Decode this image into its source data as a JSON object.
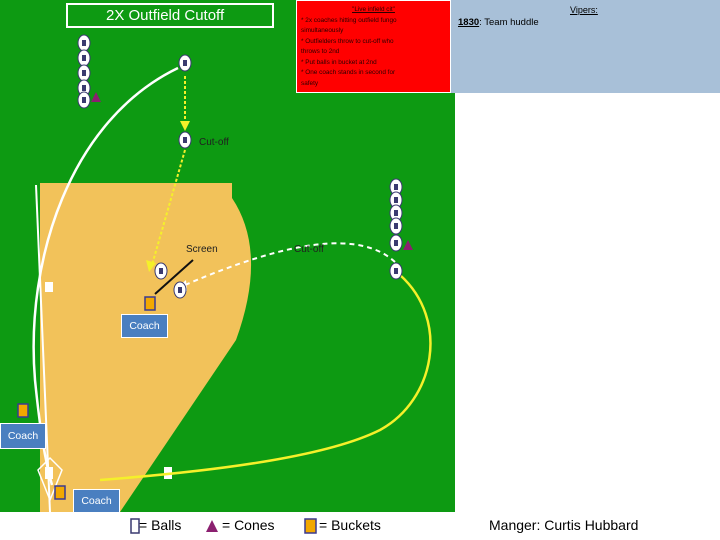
{
  "title": "2X Outfield Cutoff",
  "notes": {
    "heading": "\"Live infield cit\"",
    "lines": [
      "* 2x coaches hitting outfield fungo",
      "simultaneously",
      "* Outfielders throw to cut-off who",
      "throws to 2nd",
      "* Put balls in bucket at 2nd",
      "* One coach stands in second for",
      "safety"
    ]
  },
  "schedule": {
    "team": "Vipers:",
    "time": "1830",
    "activity": ": Team huddle"
  },
  "field_labels": {
    "cutoff_left": "Cut-off",
    "screen": "Screen",
    "cutoff_right": "Cut-off",
    "coach_center": "Coach",
    "coach_left": "Coach",
    "coach_bottom": "Coach"
  },
  "legend": {
    "balls": "= Balls",
    "cones": "= Cones",
    "buckets": "= Buckets"
  },
  "manager": "Manger:  Curtis Hubbard",
  "colors": {
    "grass": "#0d9a12",
    "dirt": "#f2c25a",
    "notes_bg": "#ff0000",
    "schedule_bg": "#a8c0d8",
    "coach_box": "#4a7fc0",
    "throw_arrow": "#f5f02a",
    "cone": "#8b2070",
    "bucket": "#f2a800"
  }
}
